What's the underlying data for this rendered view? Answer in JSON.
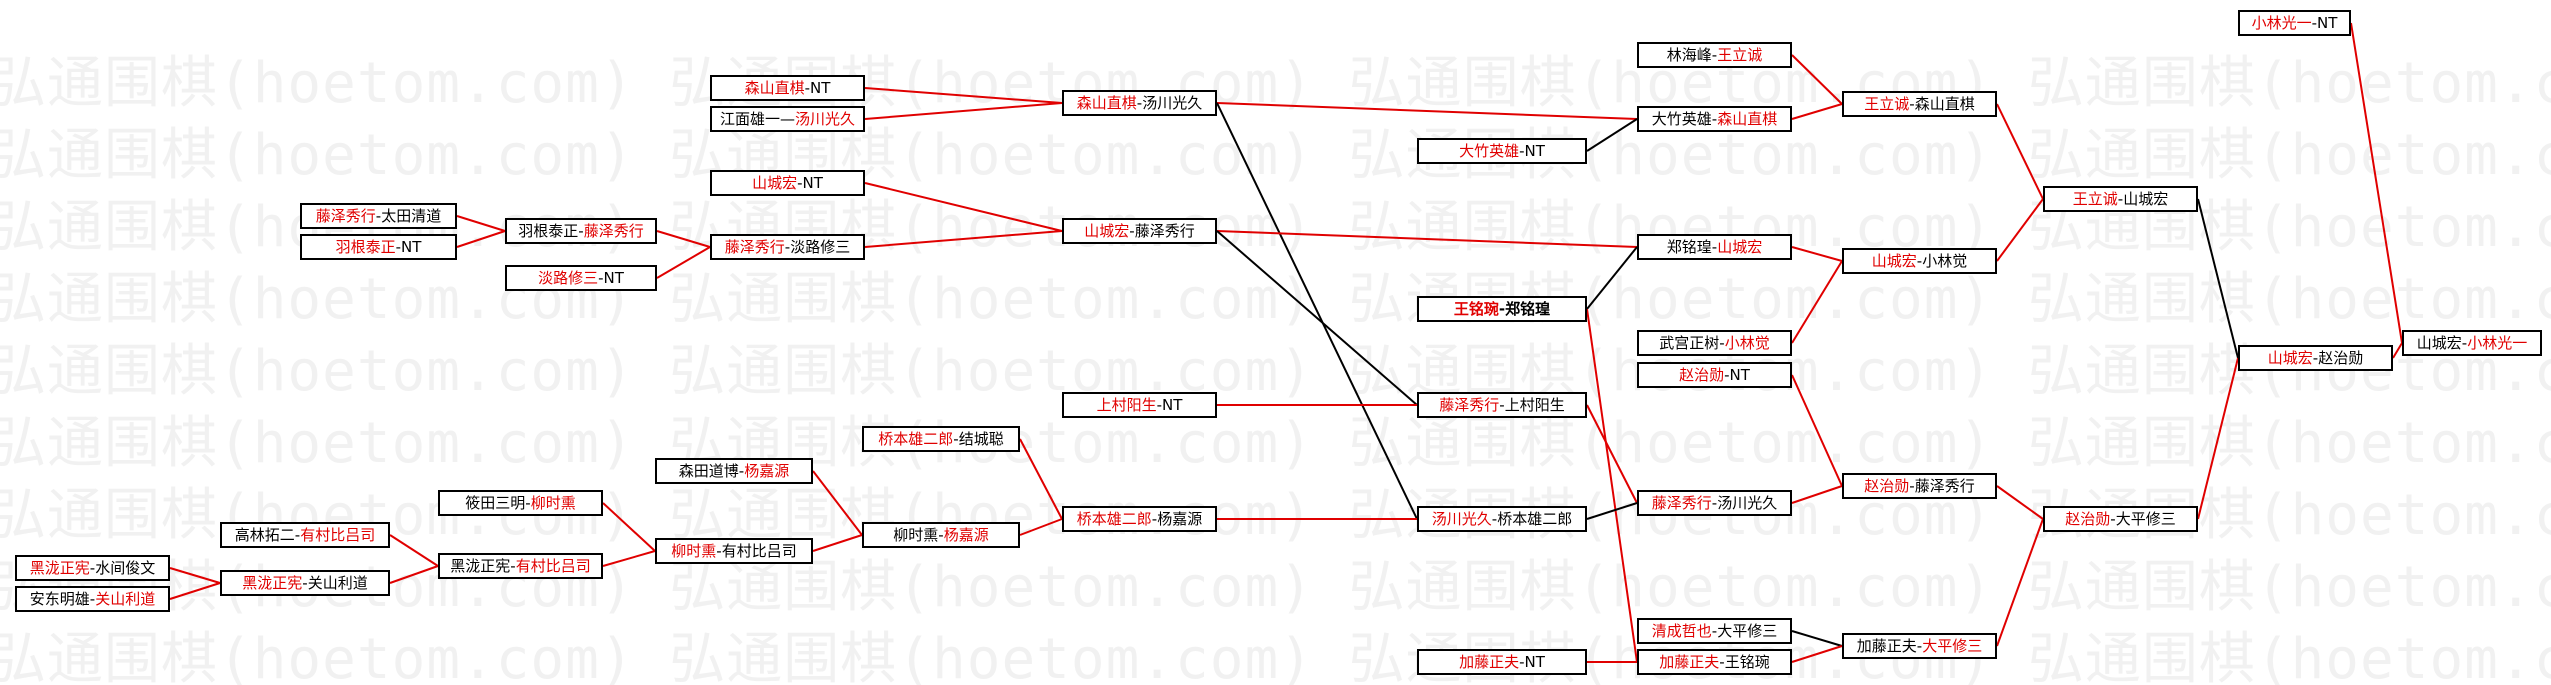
{
  "watermark": "弘通围棋(hoetom.com)",
  "colors": {
    "winner": "#e00000",
    "loser_line": "#000000",
    "winner_line": "#e00000"
  },
  "players": {
    "a1": {
      "l": "森山直棋",
      "r": "NT",
      "w": "l"
    },
    "a2": {
      "l": "江面雄一",
      "r": "汤川光久",
      "w": "r",
      "sep": "—"
    },
    "a3": {
      "l": "山城宏",
      "r": "NT",
      "w": "l"
    },
    "a4": {
      "l": "藤泽秀行",
      "r": "太田清道",
      "w": "l"
    },
    "a5": {
      "l": "羽根泰正",
      "r": "NT",
      "w": "l"
    },
    "a6": {
      "l": "羽根泰正",
      "r": "藤泽秀行",
      "w": "r"
    },
    "a7": {
      "l": "淡路修三",
      "r": "NT",
      "w": "l"
    },
    "a8": {
      "l": "藤泽秀行",
      "r": "淡路修三",
      "w": "l"
    },
    "a9": {
      "l": "森山直棋",
      "r": "汤川光久",
      "w": "l"
    },
    "a10": {
      "l": "山城宏",
      "r": "藤泽秀行",
      "w": "l"
    },
    "a11": {
      "l": "林海峰",
      "r": "王立诚",
      "w": "r"
    },
    "a12": {
      "l": "大竹英雄",
      "r": "森山直棋",
      "w": "r"
    },
    "a13": {
      "l": "大竹英雄",
      "r": "NT",
      "w": "l"
    },
    "a14": {
      "l": "王立诚",
      "r": "森山直棋",
      "w": "l"
    },
    "a15": {
      "l": "小林光一",
      "r": "NT",
      "w": "l"
    },
    "b1": {
      "l": "郑铭瑝",
      "r": "山城宏",
      "w": "r"
    },
    "b2": {
      "l": "王铭琬",
      "r": "郑铭瑝",
      "w": "l",
      "bold": true
    },
    "b3": {
      "l": "武宫正树",
      "r": "小林觉",
      "w": "r"
    },
    "b4": {
      "l": "山城宏",
      "r": "小林觉",
      "w": "l"
    },
    "b5": {
      "l": "王立诚",
      "r": "山城宏",
      "w": "l"
    },
    "b6": {
      "l": "山城宏",
      "r": "赵治勋",
      "w": "l"
    },
    "b7": {
      "l": "山城宏",
      "r": "小林光一",
      "w": "r"
    },
    "c1": {
      "l": "赵治勋",
      "r": "NT",
      "w": "l"
    },
    "c2": {
      "l": "上村阳生",
      "r": "NT",
      "w": "l"
    },
    "c3": {
      "l": "藤泽秀行",
      "r": "上村阳生",
      "w": "l"
    },
    "c4": {
      "l": "藤泽秀行",
      "r": "汤川光久",
      "w": "l"
    },
    "c5": {
      "l": "赵治勋",
      "r": "藤泽秀行",
      "w": "l"
    },
    "c6": {
      "l": "赵治勋",
      "r": "大平修三",
      "w": "l"
    },
    "d1": {
      "l": "桥本雄二郎",
      "r": "结城聪",
      "w": "l"
    },
    "d2": {
      "l": "森田道博",
      "r": "杨嘉源",
      "w": "r"
    },
    "d3": {
      "l": "柳时熏",
      "r": "杨嘉源",
      "w": "r"
    },
    "d4": {
      "l": "筱田三明",
      "r": "柳时熏",
      "w": "r"
    },
    "d5": {
      "l": "高林拓二",
      "r": "有村比吕司",
      "w": "r"
    },
    "d6": {
      "l": "黑泷正宪",
      "r": "水间俊文",
      "w": "l"
    },
    "d7": {
      "l": "安东明雄",
      "r": "关山利道",
      "w": "r"
    },
    "d8": {
      "l": "黑泷正宪",
      "r": "关山利道",
      "w": "l"
    },
    "d9": {
      "l": "黑泷正宪",
      "r": "有村比吕司",
      "w": "r"
    },
    "d10": {
      "l": "柳时熏",
      "r": "有村比吕司",
      "w": "l"
    },
    "d11": {
      "l": "桥本雄二郎",
      "r": "杨嘉源",
      "w": "l"
    },
    "d12": {
      "l": "汤川光久",
      "r": "桥本雄二郎",
      "w": "l"
    },
    "e1": {
      "l": "清成哲也",
      "r": "大平修三",
      "w": "l"
    },
    "e2": {
      "l": "加藤正夫",
      "r": "NT",
      "w": "l"
    },
    "e3": {
      "l": "加藤正夫",
      "r": "王铭琬",
      "w": "l"
    },
    "e4": {
      "l": "加藤正夫",
      "r": "大平修三",
      "w": "r"
    }
  }
}
